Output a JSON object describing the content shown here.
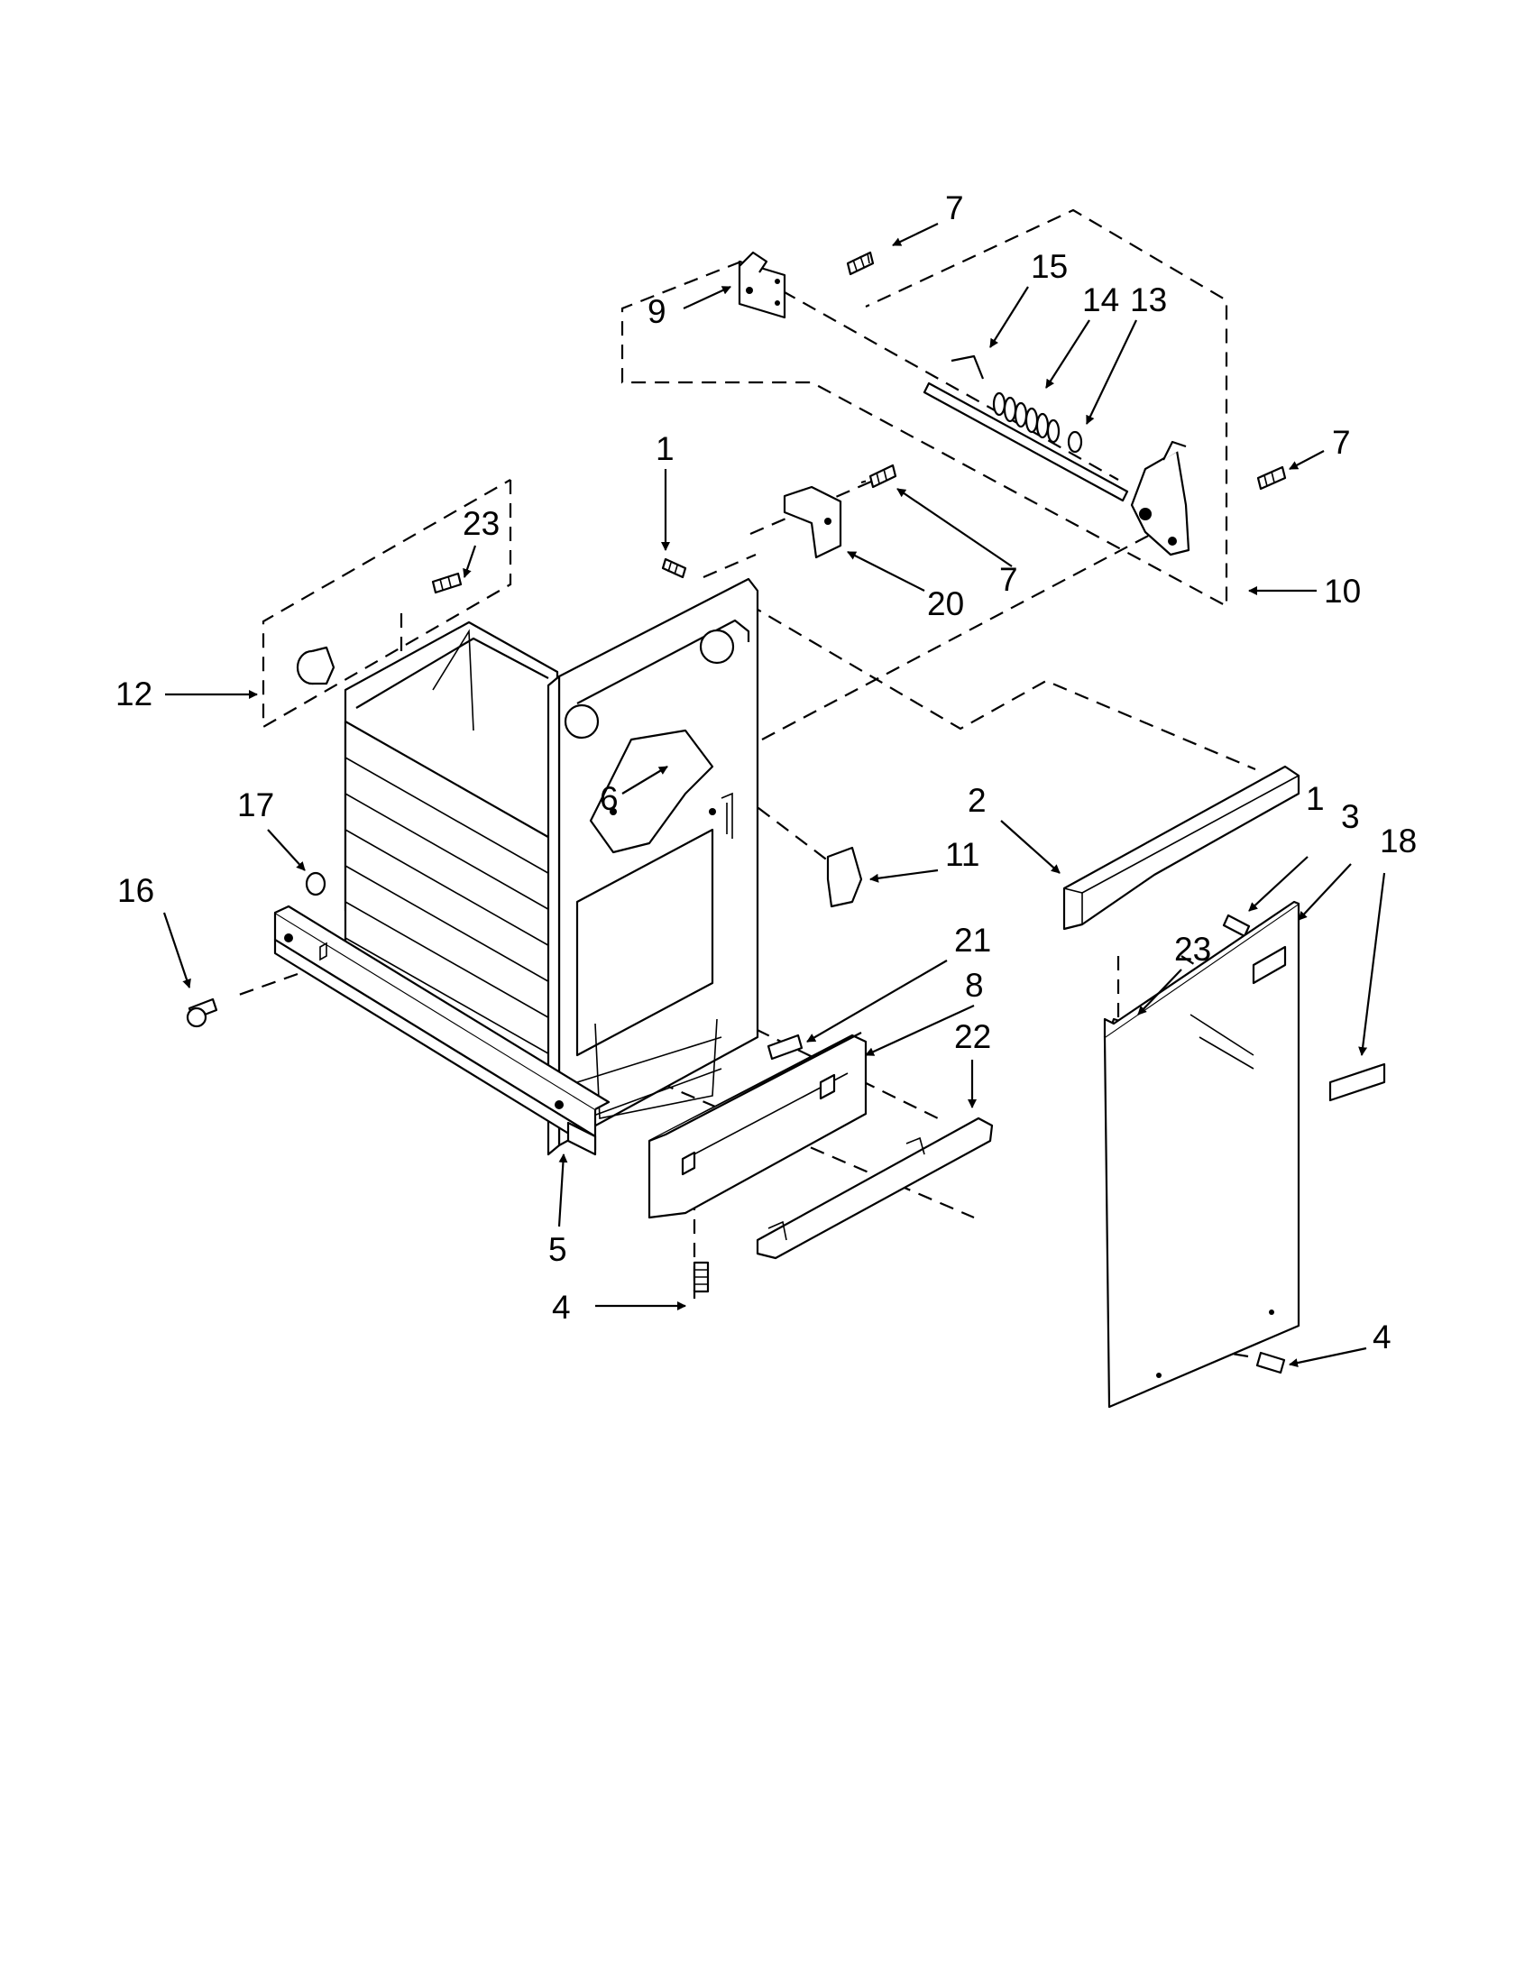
{
  "diagram": {
    "callouts": [
      {
        "id": "c7a",
        "text": "7"
      },
      {
        "id": "c15",
        "text": "15"
      },
      {
        "id": "c14",
        "text": "14"
      },
      {
        "id": "c13",
        "text": "13"
      },
      {
        "id": "c9",
        "text": "9"
      },
      {
        "id": "c1a",
        "text": "1"
      },
      {
        "id": "c7b",
        "text": "7"
      },
      {
        "id": "c7c",
        "text": "7"
      },
      {
        "id": "c10",
        "text": "10"
      },
      {
        "id": "c23a",
        "text": "23"
      },
      {
        "id": "c20",
        "text": "20"
      },
      {
        "id": "c12",
        "text": "12"
      },
      {
        "id": "c6",
        "text": "6"
      },
      {
        "id": "c2",
        "text": "2"
      },
      {
        "id": "c1b",
        "text": "1"
      },
      {
        "id": "c3",
        "text": "3"
      },
      {
        "id": "c18",
        "text": "18"
      },
      {
        "id": "c17",
        "text": "17"
      },
      {
        "id": "c11",
        "text": "11"
      },
      {
        "id": "c16",
        "text": "16"
      },
      {
        "id": "c23b",
        "text": "23"
      },
      {
        "id": "c21",
        "text": "21"
      },
      {
        "id": "c8",
        "text": "8"
      },
      {
        "id": "c22",
        "text": "22"
      },
      {
        "id": "c5",
        "text": "5"
      },
      {
        "id": "c4a",
        "text": "4"
      },
      {
        "id": "c4b",
        "text": "4"
      }
    ]
  }
}
